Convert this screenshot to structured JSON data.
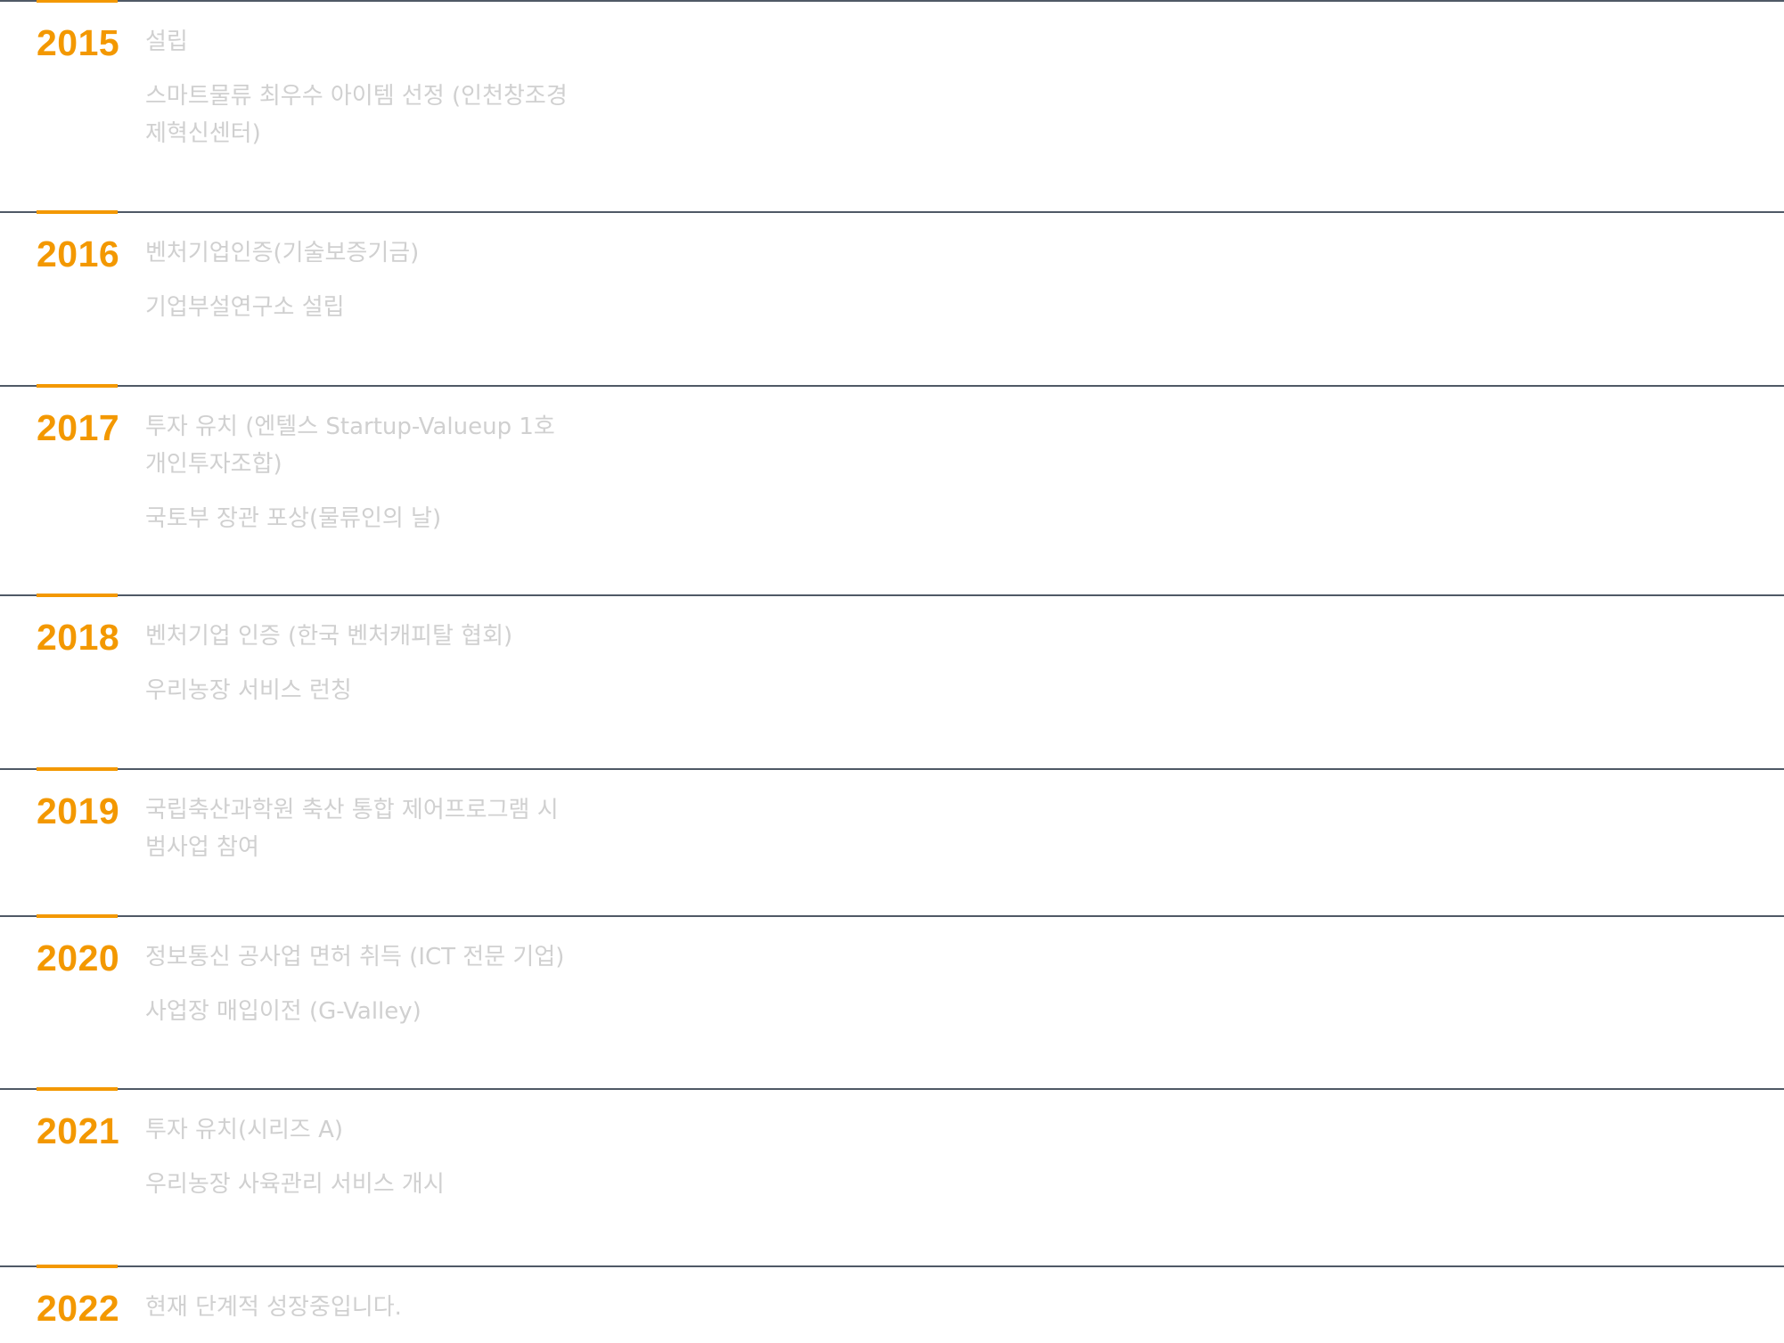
{
  "accent_color": "#f39800",
  "timeline": [
    {
      "year": "2015",
      "items": [
        "설립",
        "스마트물류 최우수 아이템 선정 (인천창조경제혁신센터)"
      ]
    },
    {
      "year": "2016",
      "items": [
        "벤처기업인증(기술보증기금)",
        "기업부설연구소 설립"
      ]
    },
    {
      "year": "2017",
      "items": [
        "투자 유치 (엔텔스 Startup-Valueup 1호 개인투자조합)",
        "국토부 장관 포상(물류인의 날)"
      ]
    },
    {
      "year": "2018",
      "items": [
        "벤처기업 인증 (한국 벤처캐피탈 협회)",
        "우리농장 서비스 런칭"
      ]
    },
    {
      "year": "2019",
      "items": [
        "국립축산과학원 축산 통합 제어프로그램 시범사업 참여"
      ]
    },
    {
      "year": "2020",
      "items": [
        "정보통신 공사업 면허 취득 (ICT 전문 기업)",
        "사업장 매입이전 (G-Valley)"
      ]
    },
    {
      "year": "2021",
      "items": [
        "투자 유치(시리즈 A)",
        "우리농장 사육관리 서비스 개시"
      ]
    },
    {
      "year": "2022",
      "items": [
        "현재 단계적 성장중입니다."
      ]
    }
  ]
}
